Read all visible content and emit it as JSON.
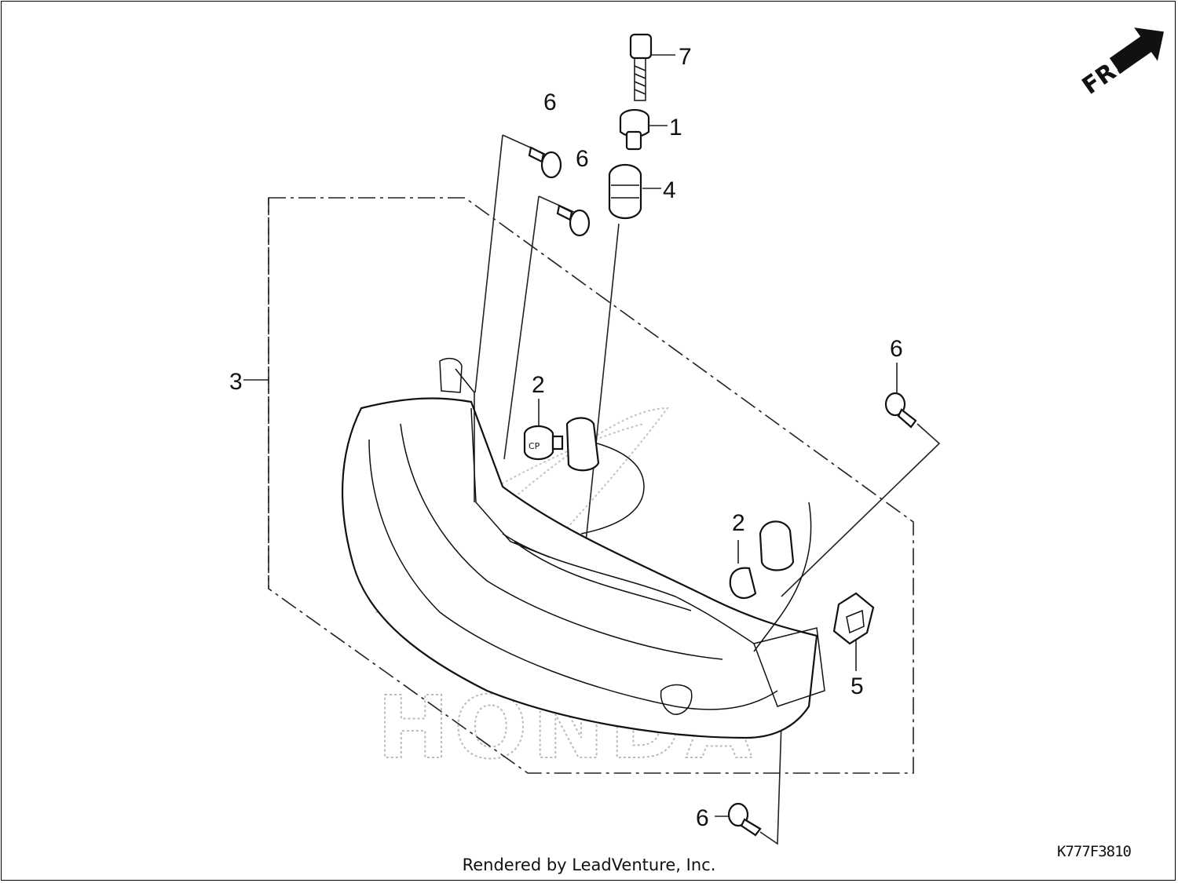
{
  "diagram": {
    "front_indicator": "FR.",
    "callouts": [
      {
        "id": "c7",
        "label": "7"
      },
      {
        "id": "c1",
        "label": "1"
      },
      {
        "id": "c4",
        "label": "4"
      },
      {
        "id": "c6a",
        "label": "6"
      },
      {
        "id": "c6b",
        "label": "6"
      },
      {
        "id": "c6c",
        "label": "6"
      },
      {
        "id": "c6d",
        "label": "6"
      },
      {
        "id": "c3",
        "label": "3"
      },
      {
        "id": "c2a",
        "label": "2"
      },
      {
        "id": "c2b",
        "label": "2"
      },
      {
        "id": "c5",
        "label": "5"
      }
    ],
    "bulb_marking": "CP",
    "watermark": "HONDA",
    "diagram_code": "K777F3810",
    "credit": "Rendered by LeadVenture, Inc."
  }
}
